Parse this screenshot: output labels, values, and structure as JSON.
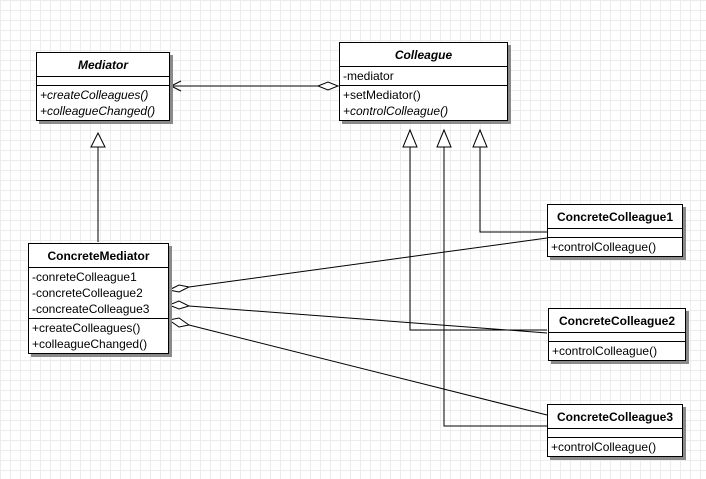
{
  "classes": {
    "mediator": {
      "name": "Mediator",
      "attributes": [],
      "operations": [
        "+createColleagues()",
        "+colleagueChanged()"
      ]
    },
    "colleague": {
      "name": "Colleague",
      "attributes": [
        "-mediator"
      ],
      "operations": [
        "+setMediator()",
        "+controlColleague()"
      ]
    },
    "concrete_mediator": {
      "name": "ConcreteMediator",
      "attributes": [
        "-conreteColleague1",
        "-concreteColleague2",
        "-concreateColleague3"
      ],
      "operations": [
        "+createColleagues()",
        "+colleagueChanged()"
      ]
    },
    "concrete_colleague1": {
      "name": "ConcreteColleague1",
      "attributes": [],
      "operations": [
        "+controlColleague()"
      ]
    },
    "concrete_colleague2": {
      "name": "ConcreteColleague2",
      "attributes": [],
      "operations": [
        "+controlColleague()"
      ]
    },
    "concrete_colleague3": {
      "name": "ConcreteColleague3",
      "attributes": [],
      "operations": [
        "+controlColleague()"
      ]
    }
  },
  "relationships": [
    {
      "type": "aggregation",
      "whole": "Colleague",
      "part": "Mediator",
      "navigable": true
    },
    {
      "type": "generalization",
      "child": "ConcreteMediator",
      "parent": "Mediator"
    },
    {
      "type": "generalization",
      "child": "ConcreteColleague1",
      "parent": "Colleague"
    },
    {
      "type": "generalization",
      "child": "ConcreteColleague2",
      "parent": "Colleague"
    },
    {
      "type": "generalization",
      "child": "ConcreteColleague3",
      "parent": "Colleague"
    },
    {
      "type": "aggregation",
      "whole": "ConcreteMediator",
      "part": "ConcreteColleague1"
    },
    {
      "type": "aggregation",
      "whole": "ConcreteMediator",
      "part": "ConcreteColleague2"
    },
    {
      "type": "aggregation",
      "whole": "ConcreteMediator",
      "part": "ConcreteColleague3"
    }
  ],
  "colors": {
    "line": "#000000",
    "shadow": "#8a8a8a",
    "grid": "#ececec"
  }
}
